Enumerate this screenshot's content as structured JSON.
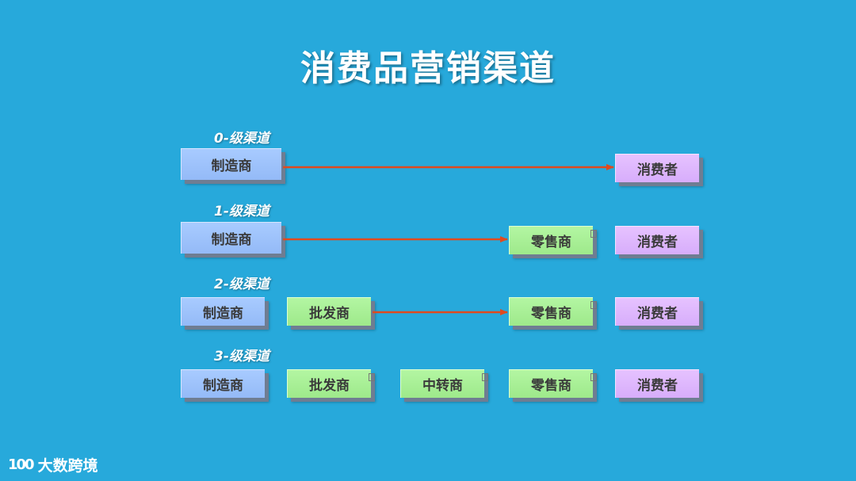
{
  "title": "消费品营销渠道",
  "levels": [
    {
      "label": "0-级渠道",
      "nodes": [
        "制造商",
        "消费者"
      ]
    },
    {
      "label": "1-级渠道",
      "nodes": [
        "制造商",
        "零售商",
        "消费者"
      ]
    },
    {
      "label": "2-级渠道",
      "nodes": [
        "制造商",
        "批发商",
        "零售商",
        "消费者"
      ]
    },
    {
      "label": "3-级渠道",
      "nodes": [
        "制造商",
        "批发商",
        "中转商",
        "零售商",
        "消费者"
      ]
    }
  ],
  "logo": {
    "mark": "100",
    "text": "大数跨境"
  },
  "colors": {
    "background": "#27a9db",
    "manufacturer": "#a8cbff",
    "intermediary": "#b3f6a2",
    "consumer": "#e6c2ff",
    "arrow": "#e04a1e"
  }
}
